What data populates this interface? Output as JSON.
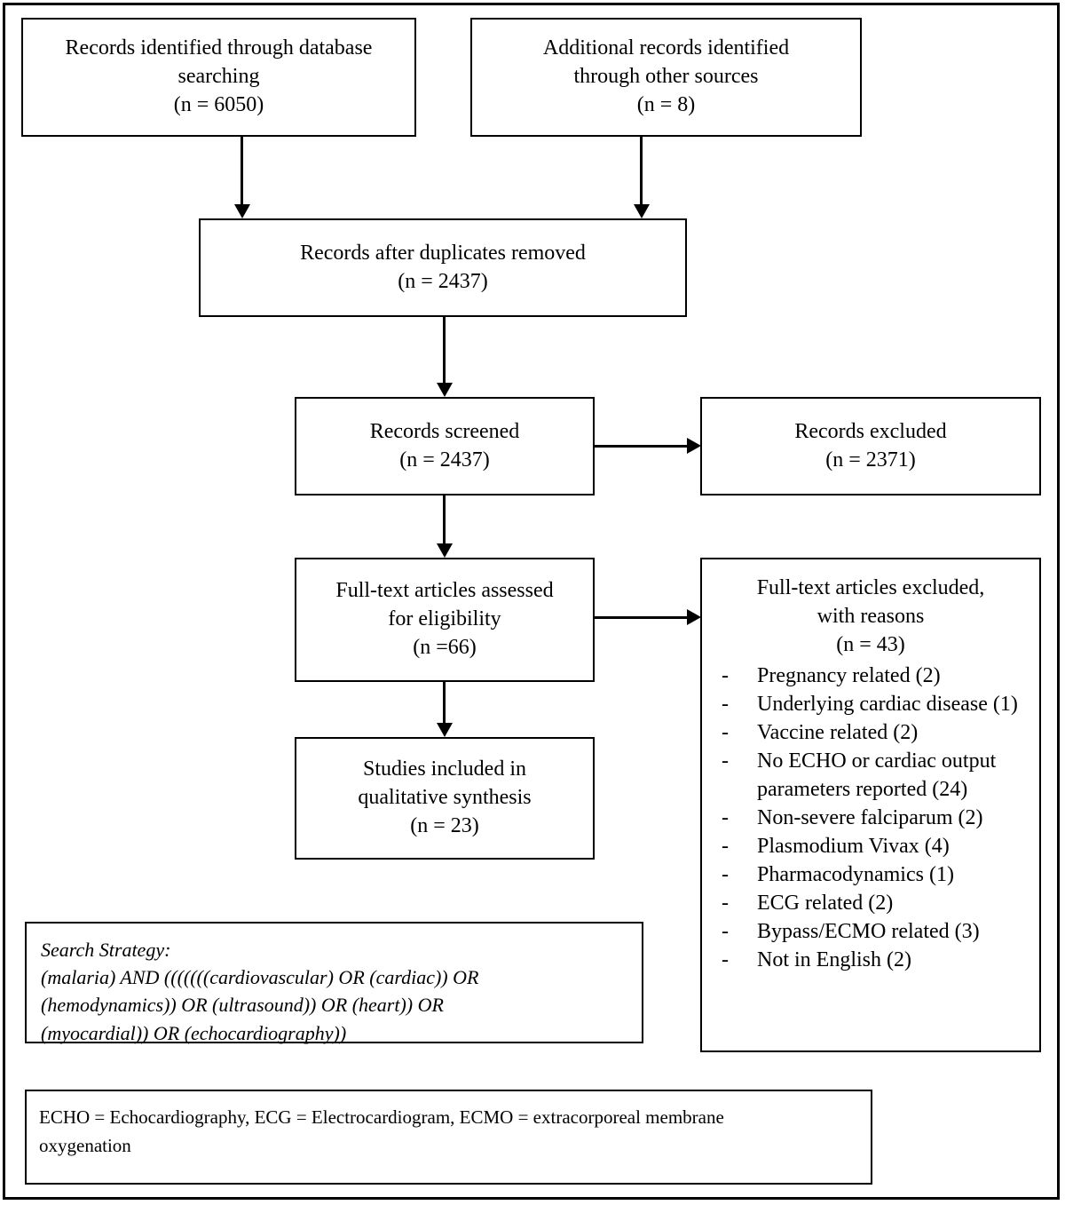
{
  "diagram": {
    "title": "PRISMA flow diagram",
    "boxes": {
      "db_search": {
        "line1": "Records identified through database",
        "line2": "searching",
        "line3": "(n = 6050)"
      },
      "other_sources": {
        "line1": "Additional records identified",
        "line2": "through other sources",
        "line3": "(n = 8)"
      },
      "duplicates": {
        "line1": "Records after duplicates removed",
        "line2": "(n = 2437)"
      },
      "screened": {
        "line1": "Records screened",
        "line2": "(n = 2437)"
      },
      "excluded": {
        "line1": "Records excluded",
        "line2": "(n = 2371)"
      },
      "fulltext": {
        "line1": "Full-text articles assessed",
        "line2": "for eligibility",
        "line3": "(n =66)"
      },
      "included": {
        "line1": "Studies included in",
        "line2": "qualitative synthesis",
        "line3": "(n = 23)"
      },
      "reasons": {
        "line1": "Full-text articles excluded,",
        "line2": "with reasons",
        "line3": "(n = 43)",
        "bullet_marker": "-",
        "items": [
          "Pregnancy related (2)",
          "Underlying cardiac disease (1)",
          "Vaccine related (2)",
          "No ECHO or cardiac output parameters reported (24)",
          "Non-severe falciparum (2)",
          "Plasmodium Vivax (4)",
          "Pharmacodynamics (1)",
          "ECG related (2)",
          "Bypass/ECMO related (3)",
          "Not in English (2)"
        ]
      },
      "search_strategy": {
        "line1": "Search Strategy:",
        "line2": "(malaria) AND (((((((cardiovascular) OR (cardiac)) OR",
        "line3": "(hemodynamics)) OR (ultrasound)) OR (heart)) OR",
        "line4": "(myocardial)) OR (echocardiography))"
      },
      "footnote": {
        "line1": "ECHO = Echocardiography, ECG = Electrocardiogram, ECMO = extracorporeal membrane",
        "line2": "oxygenation"
      }
    },
    "colors": {
      "line": "#000000",
      "background": "#ffffff",
      "text": "#000000"
    }
  }
}
